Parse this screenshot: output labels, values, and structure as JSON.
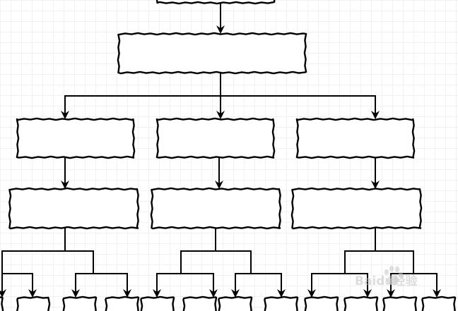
{
  "canvas": {
    "background": "#ffffff",
    "grid_color": "#e6e6e6",
    "stroke_color": "#000000",
    "grid": true
  },
  "nodes": [
    {
      "id": "root",
      "label": ""
    },
    {
      "id": "level1",
      "label": ""
    },
    {
      "id": "l2-left",
      "label": ""
    },
    {
      "id": "l2-mid",
      "label": ""
    },
    {
      "id": "l2-right",
      "label": ""
    },
    {
      "id": "l3-left",
      "label": ""
    },
    {
      "id": "l3-mid",
      "label": ""
    },
    {
      "id": "l3-right",
      "label": ""
    },
    {
      "id": "leaf-1",
      "label": ""
    },
    {
      "id": "leaf-2",
      "label": ""
    },
    {
      "id": "leaf-3",
      "label": ""
    },
    {
      "id": "leaf-4",
      "label": ""
    },
    {
      "id": "leaf-5",
      "label": ""
    },
    {
      "id": "leaf-6",
      "label": ""
    },
    {
      "id": "leaf-7",
      "label": ""
    },
    {
      "id": "leaf-8",
      "label": ""
    },
    {
      "id": "leaf-9",
      "label": ""
    },
    {
      "id": "leaf-10",
      "label": ""
    },
    {
      "id": "leaf-11",
      "label": ""
    },
    {
      "id": "leaf-12",
      "label": ""
    }
  ],
  "edges": [
    {
      "from": "root",
      "to": "level1"
    },
    {
      "from": "level1",
      "to": "l2-left"
    },
    {
      "from": "level1",
      "to": "l2-mid"
    },
    {
      "from": "level1",
      "to": "l2-right"
    },
    {
      "from": "l2-left",
      "to": "l3-left"
    },
    {
      "from": "l2-mid",
      "to": "l3-mid"
    },
    {
      "from": "l2-right",
      "to": "l3-right"
    },
    {
      "from": "l3-left",
      "to": "leaf-1"
    },
    {
      "from": "l3-left",
      "to": "leaf-2"
    },
    {
      "from": "l3-left",
      "to": "leaf-3"
    },
    {
      "from": "l3-left",
      "to": "leaf-4"
    },
    {
      "from": "l3-mid",
      "to": "leaf-5"
    },
    {
      "from": "l3-mid",
      "to": "leaf-6"
    },
    {
      "from": "l3-mid",
      "to": "leaf-7"
    },
    {
      "from": "l3-mid",
      "to": "leaf-8"
    },
    {
      "from": "l3-right",
      "to": "leaf-9"
    },
    {
      "from": "l3-right",
      "to": "leaf-10"
    },
    {
      "from": "l3-right",
      "to": "leaf-11"
    },
    {
      "from": "l3-right",
      "to": "leaf-12"
    }
  ],
  "watermark": {
    "text": "Baidu经验",
    "color": "#c8c8c8"
  }
}
